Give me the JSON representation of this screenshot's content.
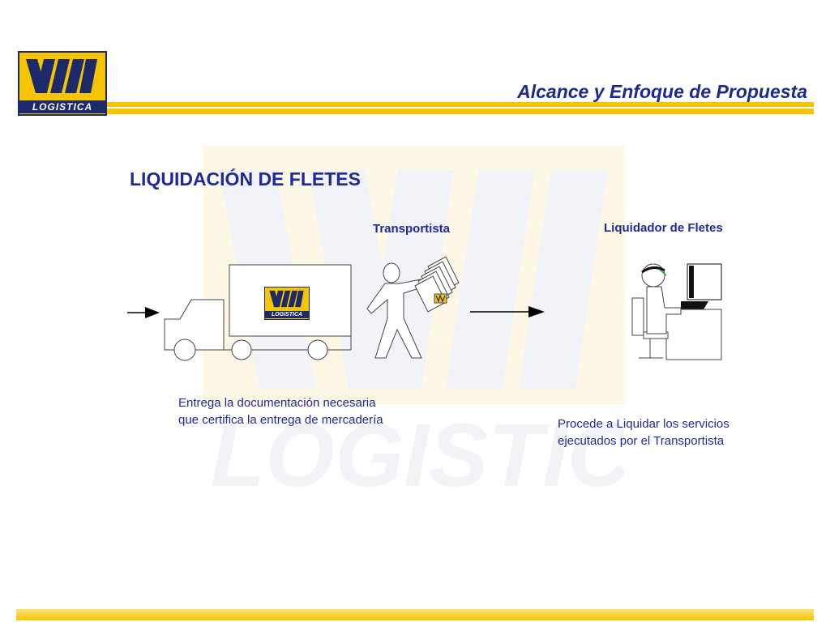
{
  "header": {
    "logo_text": "LOGISTICA",
    "title": "Alcance y Enfoque de  Propuesta"
  },
  "section": {
    "heading": "LIQUIDACIÓN DE FLETES"
  },
  "actors": {
    "transportista_label": "Transportista",
    "liquidador_label": "Liquidador de Fletes"
  },
  "truck": {
    "logo_text": "LOGISTICA"
  },
  "captions": {
    "transportista_line1": "Entrega la documentación necesaria",
    "transportista_line2": "que certifica la entrega de mercadería",
    "liquidador_line1": "Procede a Liquidar los servicios",
    "liquidador_line2": "ejecutados por el  Transportista"
  },
  "colors": {
    "brand_yellow": "#f6c400",
    "brand_navy": "#1c2a6a",
    "text_blue": "#1f2a9a"
  }
}
